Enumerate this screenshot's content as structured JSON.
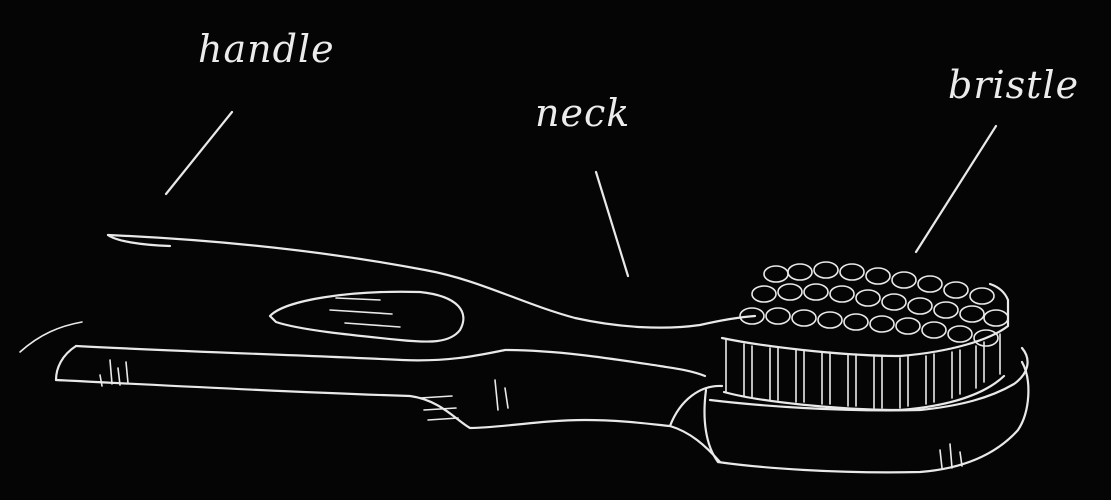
{
  "labels": {
    "handle": "handle",
    "neck": "neck",
    "bristle": "bristle"
  },
  "colors": {
    "background": "#050505",
    "chalk": "#e9e9e9"
  }
}
